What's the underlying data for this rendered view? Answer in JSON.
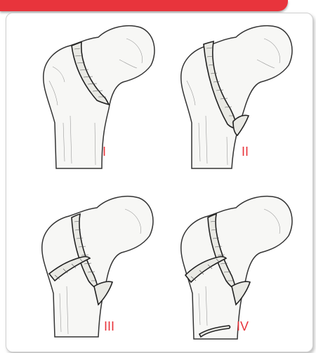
{
  "colors": {
    "accent": "#e8343c",
    "label": "#e8343c"
  },
  "panels": [
    {
      "label": "I"
    },
    {
      "label": "II"
    },
    {
      "label": "III"
    },
    {
      "label": "IV"
    }
  ]
}
